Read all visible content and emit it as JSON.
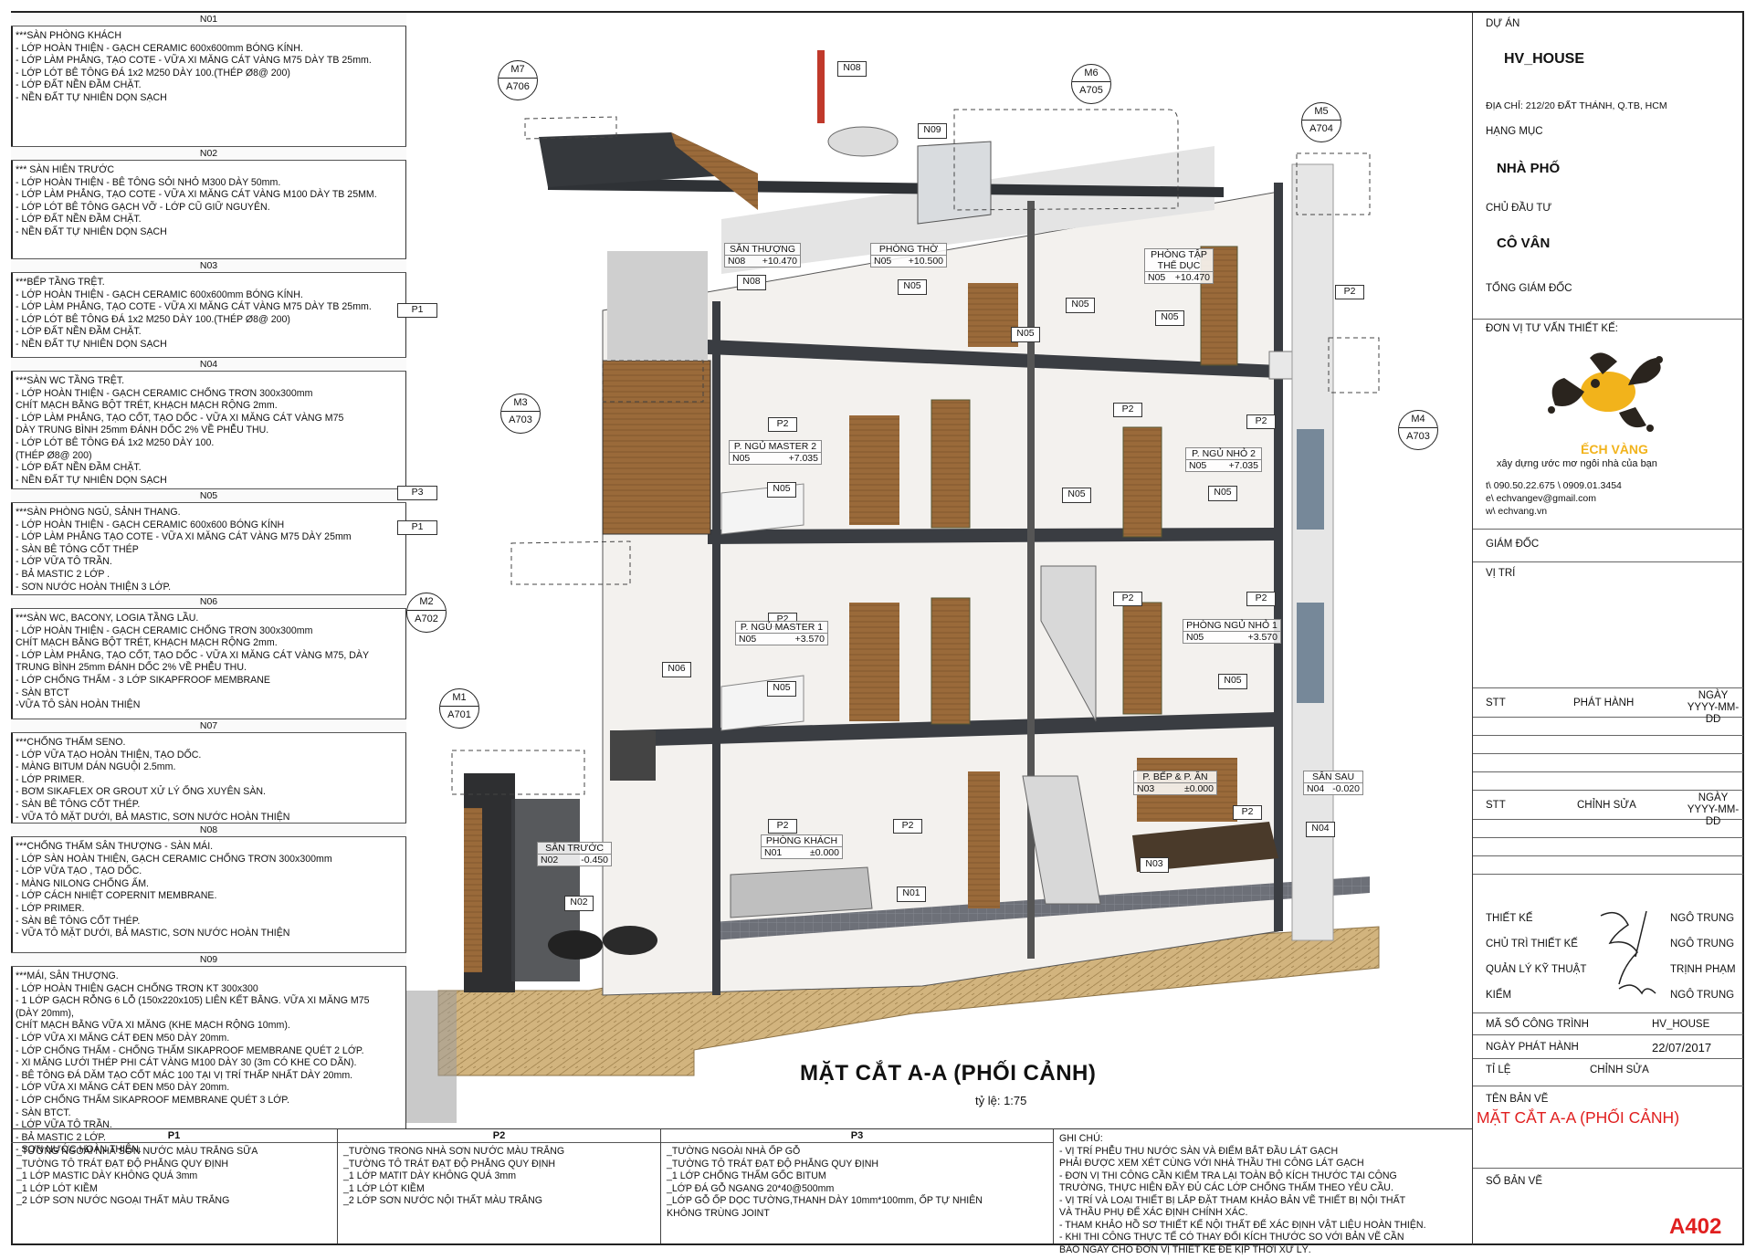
{
  "specs": [
    {
      "code": "N01",
      "text": "***SÀN PHÒNG KHÁCH\n- LỚP HOÀN THIỆN - GẠCH CERAMIC 600x600mm BÓNG KÍNH.\n- LỚP LÀM PHẲNG, TẠO COTE - VỮA XI MĂNG CÁT VÀNG M75 DÀY TB 25mm.\n- LỚP LÓT BÊ TÔNG ĐÁ 1x2 M250 DÀY 100.(THÉP Ø8@ 200)\n- LỚP ĐẤT NỀN ĐẦM CHẶT.\n- NỀN ĐẤT TỰ NHIÊN DỌN SẠCH"
    },
    {
      "code": "N02",
      "text": "*** SÀN HIÊN TRƯỚC\n- LỚP HOÀN THIỆN - BÊ TÔNG SỎI NHỎ M300 DÀY 50mm.\n- LỚP LÀM PHẲNG, TẠO COTE - VỮA XI MĂNG CÁT VÀNG M100 DÀY TB 25MM.\n- LỚP LÓT BÊ TÔNG GẠCH VỠ - LỚP CŨ GIỮ NGUYÊN.\n- LỚP ĐẤT NỀN ĐẦM CHẶT.\n- NỀN ĐẤT TỰ NHIÊN DỌN SẠCH"
    },
    {
      "code": "N03",
      "text": "***BẾP TẦNG TRỆT.\n- LỚP HOÀN THIỆN - GẠCH CERAMIC 600x600mm BÓNG KÍNH.\n- LỚP LÀM PHẲNG, TẠO COTE - VỮA XI MĂNG CÁT VÀNG M75 DÀY TB 25mm.\n- LỚP LÓT BÊ TÔNG ĐÁ 1x2 M250 DÀY 100.(THÉP Ø8@ 200)\n- LỚP ĐẤT NỀN ĐẦM CHẶT.\n- NỀN ĐẤT TỰ NHIÊN DỌN SẠCH"
    },
    {
      "code": "N04",
      "text": "***SÀN WC TẦNG TRỆT.\n- LỚP HOÀN THIỆN - GẠCH CERAMIC CHỐNG TRƠN 300x300mm\nCHÍT MẠCH BẰNG BỘT TRÉT, KHẠCH MẠCH RỘNG 2mm.\n- LỚP LÀM PHẲNG, TẠO CỐT, TẠO DỐC - VỮA XI MĂNG CÁT VÀNG M75\nDÀY TRUNG BÌNH 25mm ĐÁNH DỐC 2% VỀ PHỄU THU.\n- LỚP LÓT BÊ TÔNG ĐÁ 1x2 M250 DÀY 100.\n(THÉP Ø8@ 200)\n- LỚP ĐẤT NỀN ĐẦM CHẶT.\n- NỀN ĐẤT TỰ NHIÊN DỌN SẠCH"
    },
    {
      "code": "N05",
      "text": "***SÀN PHÒNG NGỦ, SẢNH THANG.\n- LỚP HOÀN THIỆN - GẠCH CERAMIC 600x600 BÓNG KÍNH\n- LỚP LÀM PHẲNG TẠO COTE - VỮA XI MĂNG CÁT VÀNG M75 DÀY 25mm\n- SÀN BÊ TÔNG CỐT THÉP\n- LỚP VỮA TÔ TRẦN.\n- BẢ MASTIC 2 LỚP .\n- SƠN NƯỚC HOÀN THIỆN 3 LỚP."
    },
    {
      "code": "N06",
      "text": "***SÀN WC, BACONY, LOGIA TẦNG LẦU.\n- LỚP HOÀN THIỆN - GẠCH CERAMIC CHỐNG TRƠN 300x300mm\nCHÍT MẠCH BẰNG BỘT TRÉT, KHẠCH MẠCH RỘNG 2mm.\n- LỚP LÀM PHẲNG, TẠO CỐT, TẠO DỐC - VỮA XI MĂNG CÁT VÀNG M75, DÀY\nTRUNG BÌNH 25mm ĐÁNH DỐC 2% VỀ PHỄU THU.\n- LỚP CHỐNG THẤM - 3 LỚP SIKAPFROOF MEMBRANE\n- SÀN BTCT\n-VỮA TÔ SÀN HOÀN THIỆN"
    },
    {
      "code": "N07",
      "text": "***CHỐNG THẤM SENO.\n- LỚP VỮA TẠO HOÀN THIỆN, TẠO DỐC.\n- MÀNG BITUM DÁN NGUỘI 2.5mm.\n- LỚP PRIMER.\n- BƠM SIKAFLEX OR GROUT XỬ LÝ ỐNG XUYÊN SÀN.\n- SÀN BÊ TÔNG CỐT THÉP.\n- VỮA TÔ MẶT DƯỚI, BẢ MASTIC, SƠN NƯỚC HOÀN THIỆN"
    },
    {
      "code": "N08",
      "text": "***CHỐNG THẤM SÂN THƯỢNG - SÀN MÁI.\n- LỚP SÀN HOÀN THIỆN, GẠCH CERAMIC CHỐNG TRƠN 300x300mm\n- LỚP VỮA TẠO , TẠO DỐC.\n- MÀNG NILONG CHỐNG ẨM.\n- LỚP CÁCH NHIỆT COPERNIT MEMBRANE.\n- LỚP PRIMER.\n- SÀN BÊ TÔNG CỐT THÉP.\n- VỮA TÔ MẶT DƯỚI, BẢ MASTIC, SƠN NƯỚC HOÀN THIỆN"
    },
    {
      "code": "N09",
      "text": "***MÁI, SÂN THƯỢNG.\n- LỚP HOÀN THIỆN GẠCH CHỐNG TRƠN KT 300x300\n- 1 LỚP GẠCH RỖNG 6 LỖ (150x220x105) LIÊN KẾT BẰNG. VỮA XI MĂNG M75\n(DÀY 20mm),\nCHÍT MẠCH BẰNG VỮA XI MĂNG (KHE MẠCH RỘNG 10mm).\n- LỚP VỮA XI MĂNG CÁT ĐEN M50 DÀY 20mm.\n- LỚP CHỐNG THẤM - CHỐNG THẤM SIKAPROOF MEMBRANE QUÉT 2 LỚP.\n- XI MĂNG LƯỚI THÉP PHI CÁT VÀNG M100 DÀY 30 (3m CÓ KHE CO DÃN).\n- BÊ TÔNG ĐÁ DĂM TẠO CỐT MÁC 100 TẠI VỊ TRÍ THẤP NHẤT DÀY 20mm.\n- LỚP VỮA XI MĂNG CÁT ĐEN M50 DÀY 20mm.\n- LỚP CHỐNG THẤM SIKAPROOF MEMBRANE QUÉT 3 LỚP.\n- SÀN BTCT.\n- LỚP VỮA TÔ TRẦN.\n- BẢ MASTIC 2 LỚP.\n- SƠN NƯỚC HOÀN THIỆN."
    }
  ],
  "finishes": [
    {
      "code": "P1",
      "text": "_TƯỜNG NGOÀI NHÀ SƠN NƯỚC MÀU TRẮNG SỮA\n_TƯỜNG TÔ TRÁT ĐẠT ĐỘ PHẲNG QUY ĐỊNH\n_1 LỚP MASTIC DÀY KHÔNG QUÁ 3mm\n_1 LỚP LÓT KIỀM\n_2 LỚP SƠN NƯỚC NGOẠI THẤT MÀU TRẮNG"
    },
    {
      "code": "P2",
      "text": "_TƯỜNG TRONG NHÀ SƠN NƯỚC MÀU TRẮNG\n_TƯỜNG TÔ TRÁT ĐẠT ĐỘ PHẲNG QUY ĐỊNH\n_1 LỚP MATIT DÀY KHÔNG QUÁ 3mm\n_1 LỚP LÓT KIỀM\n_2 LỚP SƠN NƯỚC NỘI THẤT MÀU TRẮNG"
    },
    {
      "code": "P3",
      "text": "_TƯỜNG NGOÀI NHÀ ỐP GỖ\n_TƯỜNG TÔ TRÁT ĐẠT ĐỘ PHẲNG QUY ĐỊNH\n_1 LỚP CHỐNG THẤM GỐC BITUM\n_LỚP ĐÁ GỖ NGANG 20*40@500mm\n_LỚP GỖ ỐP DỌC TƯỜNG,THANH DÀY 10mm*100mm, ỐP TỰ NHIÊN\nKHÔNG TRÙNG JOINT"
    }
  ],
  "notes": {
    "title": "GHI CHÚ:",
    "text": "- VỊ TRÍ PHỄU THU NƯỚC SÀN VÀ ĐIỂM BẮT ĐẦU LÁT GẠCH\nPHẢI ĐƯỢC XEM XÉT CÙNG VỚI NHÀ THẦU THI CÔNG LÁT GẠCH\n- ĐƠN VỊ THI CÔNG CẦN KIỂM TRA LẠI TOÀN BỘ KÍCH THƯỚC TẠI CÔNG\nTRƯỜNG, THỰC HIỆN ĐẦY ĐỦ CÁC LỚP CHỐNG THẤM THEO YÊU CẦU.\n- VỊ TRÍ VÀ LOẠI THIẾT BỊ LẮP ĐẶT THAM KHẢO BẢN VẼ THIẾT BỊ NỘI THẤT\nVÀ THẦU PHỤ ĐỂ XÁC ĐỊNH CHÍNH XÁC.\n- THAM KHẢO HỒ SƠ THIẾT KẾ NỘI THẤT ĐỂ XÁC ĐỊNH VẬT LIỆU HOÀN THIỆN.\n- KHI THI CÔNG THỰC TẾ CÓ THAY ĐỔI KÍCH THƯỚC SO VỚI BẢN VẼ CẦN\nBÁO NGAY CHO ĐƠN VỊ THIẾT KẾ ĐỂ KỊP THỜI XỬ LÝ."
  },
  "drawing": {
    "title": "MẶT CẮT A-A (PHỐI CẢNH)",
    "scale": "tỷ lệ: 1:75",
    "markers": [
      {
        "id": "M7",
        "sheet": "A706"
      },
      {
        "id": "M6",
        "sheet": "A705"
      },
      {
        "id": "M5",
        "sheet": "A704"
      },
      {
        "id": "M3",
        "sheet": "A703"
      },
      {
        "id": "M4",
        "sheet": "A703"
      },
      {
        "id": "M2",
        "sheet": "A702"
      },
      {
        "id": "M1",
        "sheet": "A701"
      }
    ],
    "floor_tags": [
      "N08",
      "N09",
      "N08",
      "N05",
      "N05",
      "N05",
      "N05",
      "N05",
      "N05",
      "N05",
      "N05",
      "N06",
      "N01",
      "N02",
      "N03",
      "N04",
      "N05"
    ],
    "wall_tags": [
      "P1",
      "P3",
      "P1",
      "P2",
      "P2",
      "P2",
      "P2",
      "P2",
      "P2",
      "P2",
      "P2",
      "P2",
      "P2"
    ],
    "rooms": [
      {
        "name": "SÂN THƯỢNG",
        "code": "N08",
        "level": "+10.470"
      },
      {
        "name": "PHÒNG THỜ",
        "code": "N05",
        "level": "+10.500"
      },
      {
        "name": "PHÒNG TẬP\nTHỂ DỤC",
        "code": "N05",
        "level": "+10.470"
      },
      {
        "name": "P. NGỦ MASTER 2",
        "code": "N05",
        "level": "+7.035"
      },
      {
        "name": "P. NGỦ NHỎ 2",
        "code": "N05",
        "level": "+7.035"
      },
      {
        "name": "P. NGỦ MASTER 1",
        "code": "N05",
        "level": "+3.570"
      },
      {
        "name": "PHÒNG NGỦ NHỎ 1",
        "code": "N05",
        "level": "+3.570"
      },
      {
        "name": "P. BẾP & P. ĂN",
        "code": "N03",
        "level": "±0.000"
      },
      {
        "name": "SÂN SAU",
        "code": "N04",
        "level": "-0.020"
      },
      {
        "name": "PHÒNG KHÁCH",
        "code": "N01",
        "level": "±0.000"
      },
      {
        "name": "SÂN TRƯỚC",
        "code": "N02",
        "level": "-0.450"
      }
    ]
  },
  "titleblock": {
    "project_label": "DỰ ÁN",
    "project": "HV_HOUSE",
    "address": "ĐỊA CHỈ: 212/20 ĐẤT THÁNH, Q.TB, HCM",
    "category_label": "HẠNG MỤC",
    "category": "NHÀ PHỐ",
    "owner_label": "CHỦ ĐẦU TƯ",
    "owner": "CÔ VÂN",
    "director_label": "TỔNG GIÁM ĐỐC",
    "consultant_label": "ĐƠN VỊ TƯ VẤN THIẾT KẾ:",
    "brand": "ẾCH VÀNG",
    "slogan": "xây dựng ước mơ ngôi nhà của bạn",
    "phone": "t\\  090.50.22.675 \\ 0909.01.3454",
    "email": "e\\  echvangev@gmail.com",
    "web": "w\\ echvang.vn",
    "manager_label": "GIÁM ĐỐC",
    "position_label": "VỊ TRÍ",
    "issue_header": {
      "stt": "STT",
      "col": "PHÁT HÀNH",
      "date": "NGÀY\nYYYY-MM-DD"
    },
    "revision_header": {
      "stt": "STT",
      "col": "CHỈNH SỬA",
      "date": "NGÀY\nYYYY-MM-DD"
    },
    "staff": [
      {
        "role": "THIẾT KẾ",
        "name": "NGÔ TRUNG"
      },
      {
        "role": "CHỦ TRÌ THIẾT KẾ",
        "name": "NGÔ TRUNG"
      },
      {
        "role": "QUẢN LÝ KỸ THUẬT",
        "name": "TRỊNH PHẠM"
      },
      {
        "role": "KIỂM",
        "name": "NGÔ TRUNG"
      }
    ],
    "code_label": "MÃ SỐ CÔNG TRÌNH",
    "code": "HV_HOUSE",
    "date_label": "NGÀY PHÁT HÀNH",
    "date": "22/07/2017",
    "ratio_label": "TỈ LỆ",
    "revision_label": "CHỈNH SỬA",
    "sheet_name_label": "TÊN BẢN VẼ",
    "sheet_name": "MẶT CẮT A-A (PHỐI CẢNH)",
    "sheet_no_label": "SỐ BẢN VẼ",
    "sheet_no": "A402"
  },
  "colors": {
    "accent_red": "#e01f1f",
    "frog_yellow": "#f2b31b",
    "frog_dark": "#2a241e",
    "soil": "#cdb07a",
    "wood": "#9a6a3a",
    "steel": "#3a3d42"
  }
}
